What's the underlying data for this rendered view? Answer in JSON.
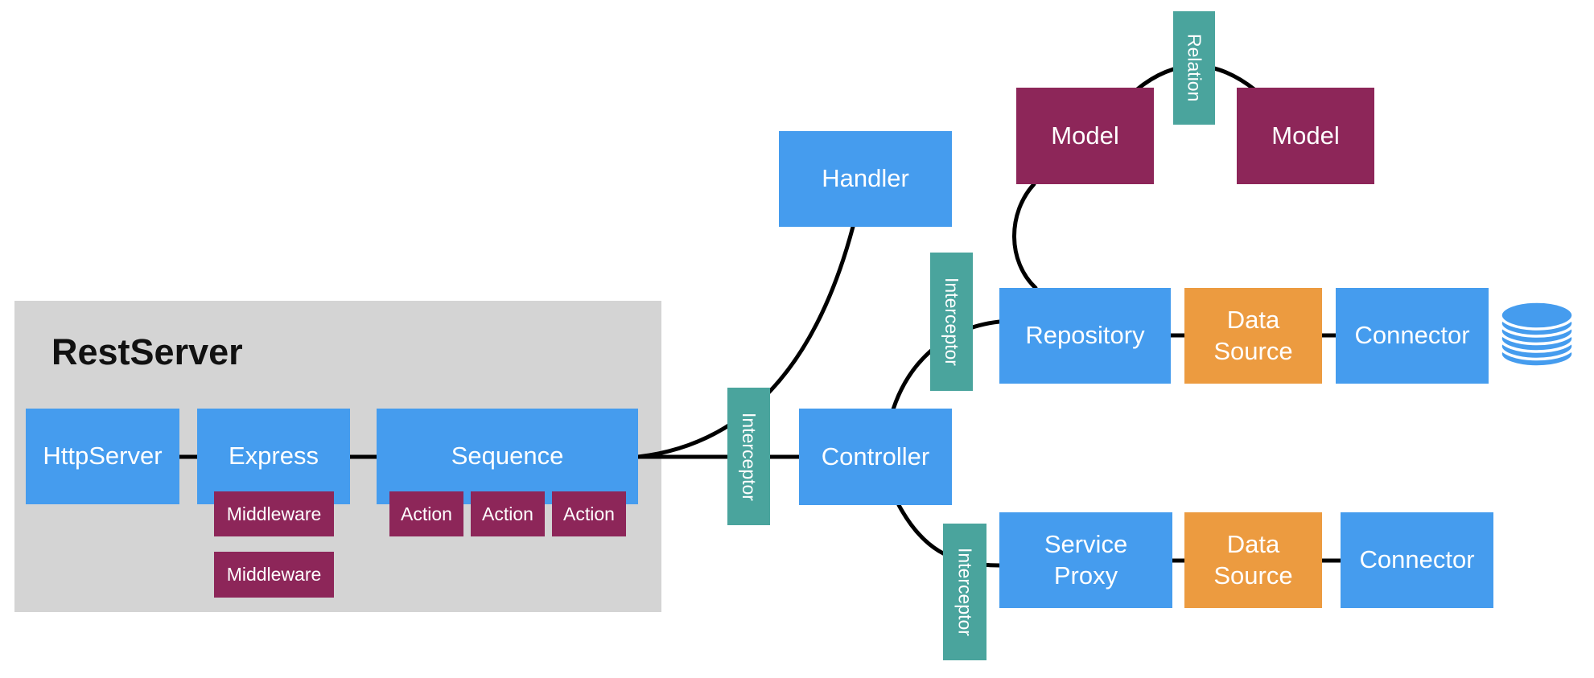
{
  "title": "RestServer",
  "colors": {
    "blue": "#459CEE",
    "teal": "#4AA49D",
    "maroon": "#8D2659",
    "orange": "#EC9B40",
    "gray": "#D4D4D4",
    "line": "#000000"
  },
  "nodes": {
    "http_server": "HttpServer",
    "express": "Express",
    "sequence": "Sequence",
    "middleware_1": "Middleware",
    "middleware_2": "Middleware",
    "action_1": "Action",
    "action_2": "Action",
    "action_3": "Action",
    "interceptor_1": "Interceptor",
    "interceptor_2": "Interceptor",
    "interceptor_3": "Interceptor",
    "controller": "Controller",
    "handler": "Handler",
    "model_1": "Model",
    "model_2": "Model",
    "relation": "Relation",
    "repository": "Repository",
    "data_source_1": "Data Source",
    "data_source_2": "Data Source",
    "connector_1": "Connector",
    "connector_2": "Connector",
    "service_proxy": "Service Proxy"
  },
  "icons": {
    "database": "database-cylinder-icon"
  }
}
